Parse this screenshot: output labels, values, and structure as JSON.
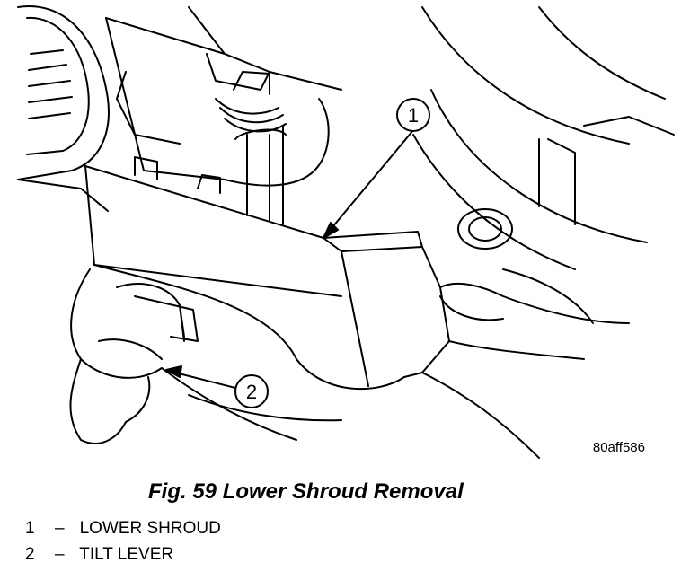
{
  "figure": {
    "callout_1": "1",
    "callout_2": "2",
    "image_code": "80aff586"
  },
  "caption": "Fig. 59 Lower Shroud Removal",
  "legend": [
    {
      "num": "1",
      "dash": "–",
      "label": "LOWER SHROUD"
    },
    {
      "num": "2",
      "dash": "–",
      "label": "TILT LEVER"
    }
  ]
}
